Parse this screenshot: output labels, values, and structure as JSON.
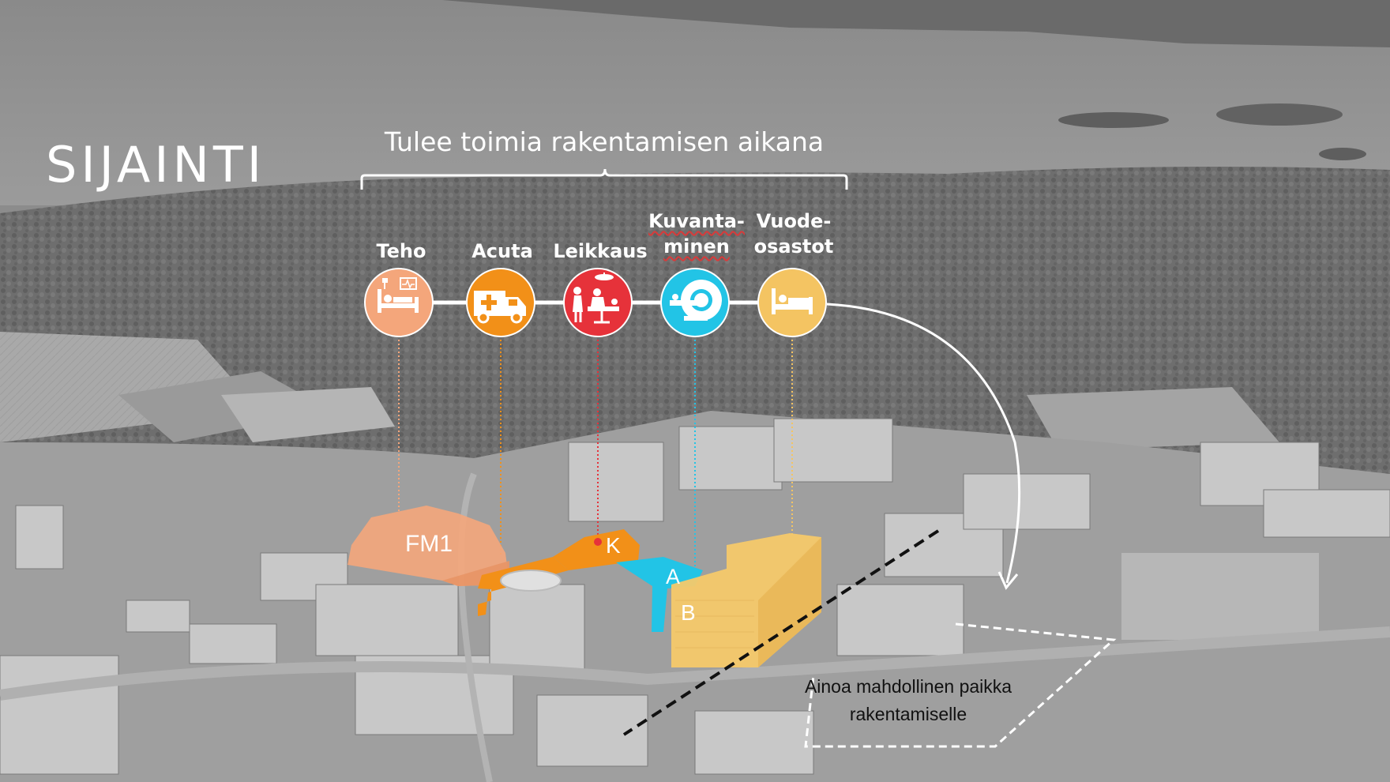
{
  "title": "SIJAINTI",
  "bracket_label": "Tulee toimia rakentamisen aikana",
  "departments": [
    {
      "name": "teho",
      "label_lines": [
        "Teho"
      ],
      "color": "#f4a67b",
      "icon": "icu-bed-monitor-icon"
    },
    {
      "name": "acuta",
      "label_lines": [
        "Acuta"
      ],
      "color": "#f29018",
      "icon": "ambulance-icon"
    },
    {
      "name": "leikkaus",
      "label_lines": [
        "Leikkaus"
      ],
      "color": "#e6323a",
      "icon": "surgery-icon"
    },
    {
      "name": "kuvantaminen",
      "label_lines": [
        "Kuvanta-",
        "minen"
      ],
      "color": "#22c4e6",
      "icon": "mri-scanner-icon"
    },
    {
      "name": "vuodeosastot",
      "label_lines": [
        "Vuode-",
        "osastot"
      ],
      "color": "#f4c462",
      "icon": "bed-icon"
    }
  ],
  "buildings": {
    "fm1": "FM1",
    "k": "K",
    "a": "A",
    "b": "B"
  },
  "note_lines": [
    "Ainoa mahdollinen paikka",
    "rakentamiselle"
  ],
  "colors": {
    "fm1": "#f4a67b",
    "k": "#f29018",
    "a": "#22c4e6",
    "b": "#f6c96a",
    "photo_tone": "#8c8c8c"
  }
}
